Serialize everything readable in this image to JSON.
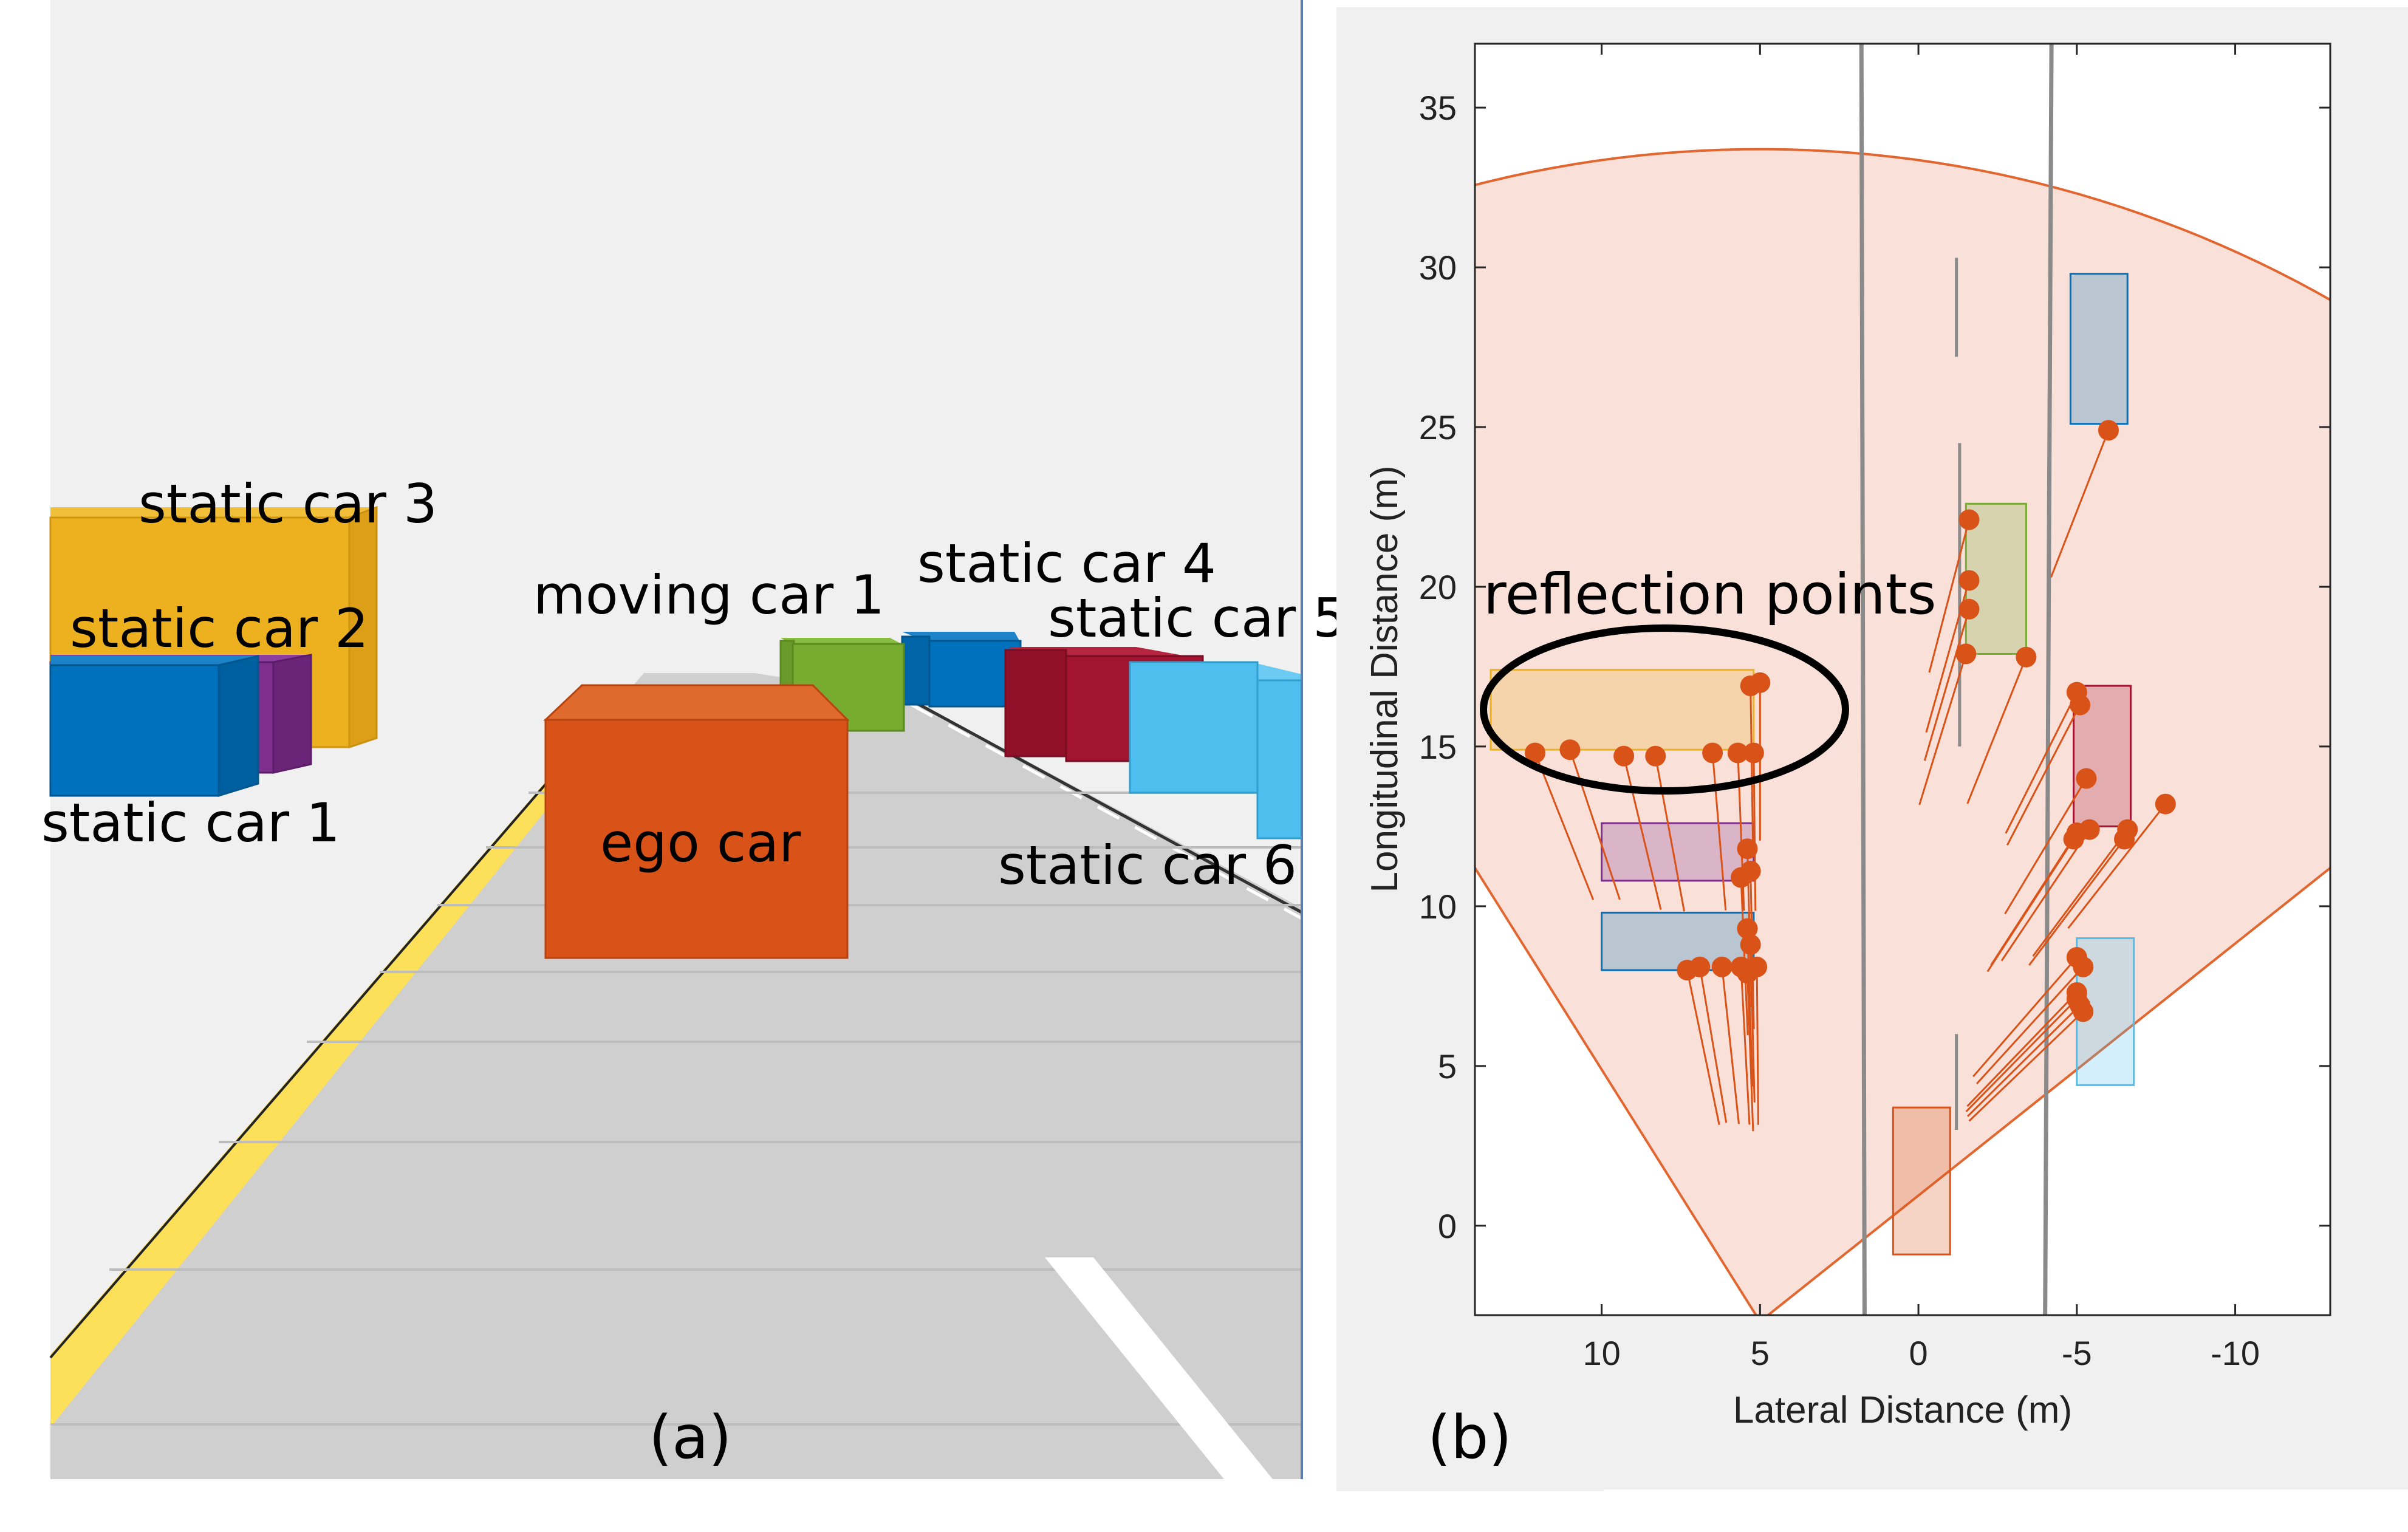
{
  "panel_a": {
    "caption": "(a)",
    "labels": {
      "static_car_1": "static car 1",
      "static_car_2": "static car 2",
      "static_car_3": "static car 3",
      "static_car_4": "static car 4",
      "static_car_5": "static car 5",
      "static_car_6": "static car 6",
      "moving_car_1": "moving car 1",
      "ego_car": "ego car"
    },
    "colors": {
      "background": "#f0f0f0",
      "road": "#cfcfcf",
      "road_line": "#bdbdbd",
      "lane_marking": "#ffffff",
      "road_edge_yellow": "#fde05a",
      "ego_car": "#d95319",
      "static_car_1": "#0072bd",
      "static_car_2": "#7e2f8e",
      "static_car_3": "#edb120",
      "static_car_4": "#0072bd",
      "static_car_5": "#a2142f",
      "static_car_6": "#4dbeee",
      "moving_car_1": "#77ac30"
    }
  },
  "panel_b": {
    "caption": "(b)",
    "annotation": "reflection points",
    "colors": {
      "coverage_fill": "#f9e1da",
      "detection": "#d95319",
      "lane_line": "#8a8a8a"
    },
    "chart_data": {
      "type": "scatter",
      "xlabel": "Lateral Distance (m)",
      "ylabel": "Longitudinal Distance (m)",
      "xlim": [
        14,
        -13
      ],
      "ylim": [
        -2.8,
        37
      ],
      "x_reversed": true,
      "xticks": [
        10,
        5,
        0,
        -5,
        -10
      ],
      "xtick_labels": [
        "10",
        "5",
        "0",
        "-5",
        "-10"
      ],
      "yticks": [
        0,
        5,
        10,
        15,
        20,
        25,
        30,
        35
      ],
      "ytick_labels": [
        "0",
        "5",
        "10",
        "15",
        "20",
        "25",
        "30",
        "35"
      ],
      "radar_origin": [
        5,
        -3
      ],
      "coverage_radius": 36.7,
      "coverage_edges": [
        [
          [
            5,
            -3
          ],
          [
            14,
            11.2
          ]
        ],
        [
          [
            5,
            -3
          ],
          [
            -13,
            11.2
          ]
        ]
      ],
      "lane_lines": [
        {
          "x": [
            1.8,
            1.7
          ],
          "y": [
            37,
            -2.8
          ],
          "style": "solid"
        },
        {
          "x": [
            -4.2,
            -4.0
          ],
          "y": [
            37,
            -2.8
          ],
          "style": "solid"
        },
        {
          "x": [
            -1.2,
            -1.2
          ],
          "y": [
            30.3,
            27.2
          ],
          "style": "dashed"
        },
        {
          "x": [
            -1.3,
            -1.3
          ],
          "y": [
            24.5,
            15.0
          ],
          "style": "dashed"
        },
        {
          "x": [
            -1.2,
            -1.2
          ],
          "y": [
            6.0,
            3.0
          ],
          "style": "dashed"
        }
      ],
      "objects": [
        {
          "name": "ego car",
          "x": [
            -1.0,
            0.8
          ],
          "y": [
            -0.9,
            3.7
          ],
          "color": "#d95319"
        },
        {
          "name": "static car 1",
          "x": [
            5.2,
            10.0
          ],
          "y": [
            8.0,
            9.8
          ],
          "color": "#0072bd"
        },
        {
          "name": "static car 2",
          "x": [
            5.2,
            10.0
          ],
          "y": [
            10.8,
            12.6
          ],
          "color": "#7e2f8e"
        },
        {
          "name": "static car 3",
          "x": [
            5.2,
            13.5
          ],
          "y": [
            14.9,
            17.4
          ],
          "color": "#edb120"
        },
        {
          "name": "moving car 1",
          "x": [
            -1.5,
            -3.4
          ],
          "y": [
            17.9,
            22.6
          ],
          "color": "#77ac30"
        },
        {
          "name": "static car 4",
          "x": [
            -4.8,
            -6.6
          ],
          "y": [
            25.1,
            29.8
          ],
          "color": "#0072bd"
        },
        {
          "name": "static car 5",
          "x": [
            -4.9,
            -6.7
          ],
          "y": [
            12.5,
            16.9
          ],
          "color": "#a2142f"
        },
        {
          "name": "static car 6",
          "x": [
            -5.0,
            -6.8
          ],
          "y": [
            4.4,
            9.0
          ],
          "color": "#4dbeee"
        }
      ],
      "detections": [
        {
          "x": 12.1,
          "y": 14.8
        },
        {
          "x": 11.0,
          "y": 14.9
        },
        {
          "x": 9.3,
          "y": 14.7
        },
        {
          "x": 8.3,
          "y": 14.7
        },
        {
          "x": 6.5,
          "y": 14.8
        },
        {
          "x": 5.7,
          "y": 14.8
        },
        {
          "x": 5.2,
          "y": 14.8
        },
        {
          "x": 5.3,
          "y": 16.9
        },
        {
          "x": 5.0,
          "y": 17.0
        },
        {
          "x": 5.4,
          "y": 11.8
        },
        {
          "x": 5.6,
          "y": 10.9
        },
        {
          "x": 5.3,
          "y": 11.1
        },
        {
          "x": 5.4,
          "y": 9.3
        },
        {
          "x": 5.3,
          "y": 8.8
        },
        {
          "x": 5.6,
          "y": 8.1
        },
        {
          "x": 7.3,
          "y": 8.0
        },
        {
          "x": 6.9,
          "y": 8.1
        },
        {
          "x": 6.2,
          "y": 8.1
        },
        {
          "x": 5.4,
          "y": 7.9
        },
        {
          "x": 5.1,
          "y": 8.1
        },
        {
          "x": -1.6,
          "y": 22.1
        },
        {
          "x": -1.6,
          "y": 20.2
        },
        {
          "x": -1.6,
          "y": 19.3
        },
        {
          "x": -1.5,
          "y": 17.9
        },
        {
          "x": -3.4,
          "y": 17.8
        },
        {
          "x": -6.0,
          "y": 24.9
        },
        {
          "x": -5.0,
          "y": 16.7
        },
        {
          "x": -5.1,
          "y": 16.3
        },
        {
          "x": -5.3,
          "y": 14.0
        },
        {
          "x": -4.9,
          "y": 12.1
        },
        {
          "x": -5.0,
          "y": 12.3
        },
        {
          "x": -5.4,
          "y": 12.4
        },
        {
          "x": -6.5,
          "y": 12.1
        },
        {
          "x": -6.6,
          "y": 12.4
        },
        {
          "x": -7.8,
          "y": 13.2
        },
        {
          "x": -5.0,
          "y": 8.4
        },
        {
          "x": -5.2,
          "y": 8.1
        },
        {
          "x": -5.0,
          "y": 7.3
        },
        {
          "x": -5.0,
          "y": 7.1
        },
        {
          "x": -5.1,
          "y": 6.9
        },
        {
          "x": -5.2,
          "y": 6.7
        }
      ]
    }
  }
}
